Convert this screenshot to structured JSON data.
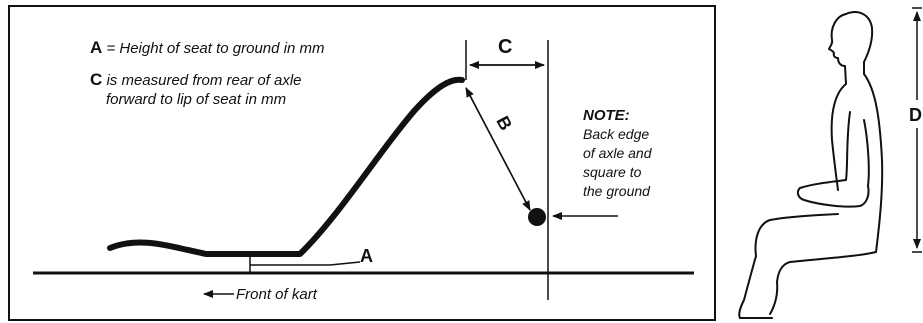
{
  "legend": {
    "a_letter": "A",
    "a_text": " = Height of seat to ground in mm",
    "c_letter": "C",
    "c_text_line1": " is measured from rear of axle",
    "c_text_line2": "forward to lip of seat in mm"
  },
  "labels": {
    "a": "A",
    "b": "B",
    "c": "C",
    "d": "D"
  },
  "note": {
    "title": "NOTE:",
    "lines": [
      "Back edge",
      "of axle and",
      "square to",
      "the ground"
    ]
  },
  "front_label": "Front of kart"
}
